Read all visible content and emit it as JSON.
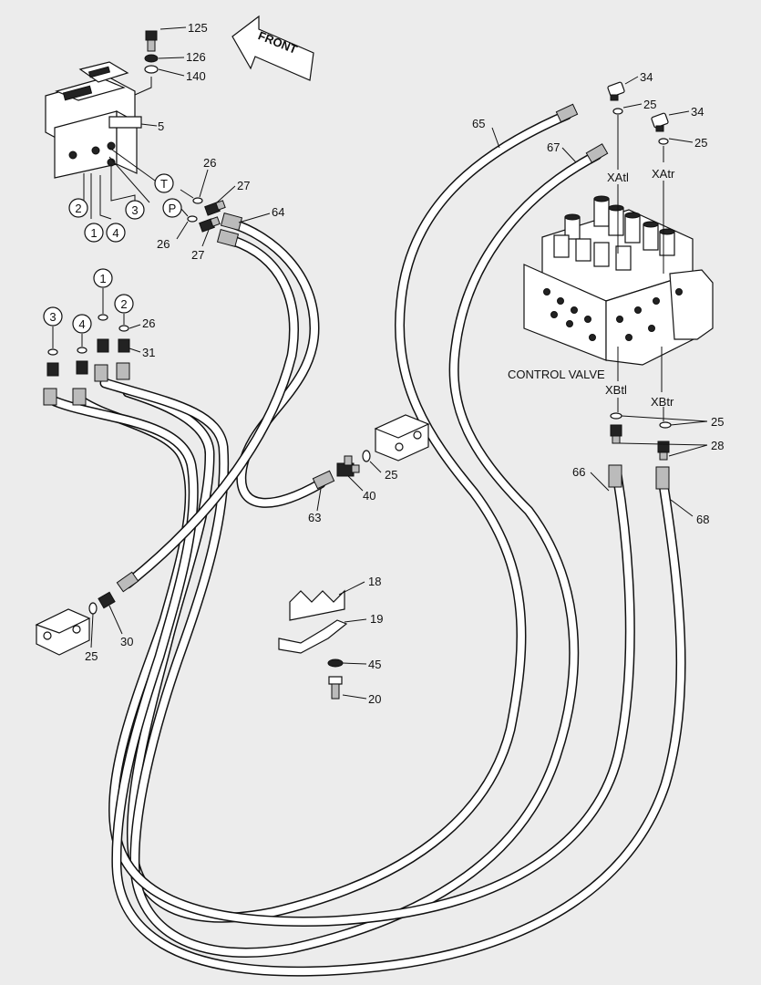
{
  "front_arrow": "FRONT",
  "control_valve_label": "CONTROL VALVE",
  "port_labels": {
    "xatl": "XAtl",
    "xatr": "XAtr",
    "xbtl": "XBtl",
    "xbtr": "XBtr"
  },
  "port_circles": {
    "t": "T",
    "p": "P"
  },
  "circled_numbers": {
    "c1": "1",
    "c2": "2",
    "c3": "3",
    "c4": "4"
  },
  "part_numbers": {
    "p125": "125",
    "p126": "126",
    "p140": "140",
    "p5": "5",
    "p26a": "26",
    "p27a": "27",
    "p64": "64",
    "p27b": "27",
    "p26b": "26",
    "p34a": "34",
    "p25a": "25",
    "p34b": "34",
    "p25b": "25",
    "p65": "65",
    "p67": "67",
    "p26c": "26",
    "p31": "31",
    "p25c": "25",
    "p28": "28",
    "p66": "66",
    "p68": "68",
    "p25d": "25",
    "p40": "40",
    "p63": "63",
    "p18": "18",
    "p19": "19",
    "p45": "45",
    "p20": "20",
    "p25e": "25",
    "p30": "30"
  }
}
